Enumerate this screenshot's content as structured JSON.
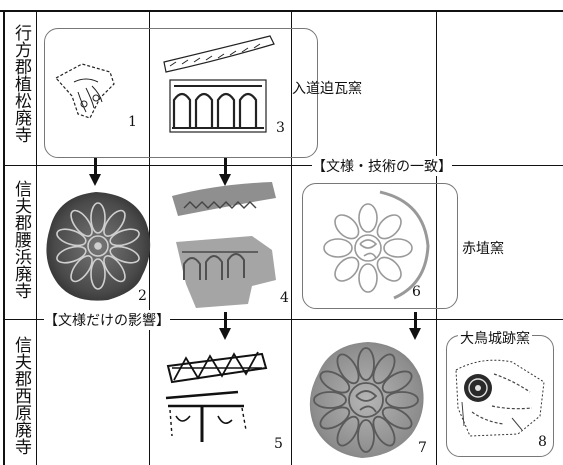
{
  "rows": [
    {
      "label": "行方郡植松廃寺"
    },
    {
      "label": "信夫郡腰浜廃寺"
    },
    {
      "label": "信夫郡西原廃寺"
    }
  ],
  "kilns": {
    "nyudo": "入道迫瓦窯",
    "akahani": "赤埴窯",
    "otori": "大鳥城跡窯"
  },
  "annotations": {
    "pattern_and_technique": "【文様・技術の一致】",
    "pattern_only": "【文様だけの影響】"
  },
  "figures": [
    "1",
    "2",
    "3",
    "4",
    "5",
    "6",
    "7",
    "8"
  ],
  "colors": {
    "line": "#111111",
    "group_border": "#777777",
    "tile_dark": "#3a3a3a",
    "tile_mid": "#8a8a8a"
  }
}
